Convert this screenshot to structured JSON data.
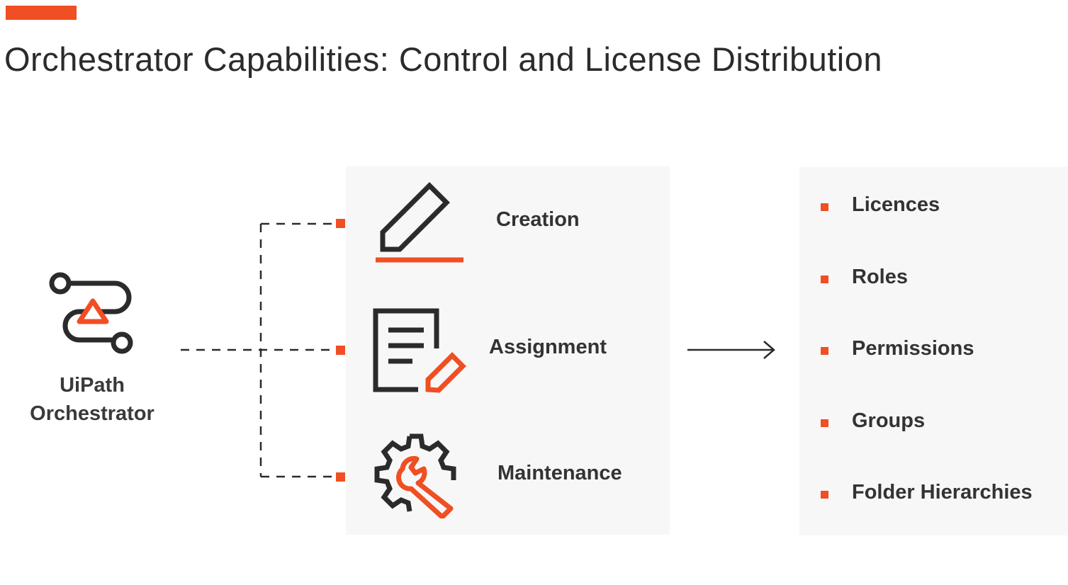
{
  "slide": {
    "title": "Orchestrator Capabilities: Control and License Distribution"
  },
  "source": {
    "label_line1": "UiPath",
    "label_line2": "Orchestrator",
    "icon": "orchestrator-icon"
  },
  "steps": [
    {
      "label": "Creation",
      "icon": "pencil-icon"
    },
    {
      "label": "Assignment",
      "icon": "document-edit-icon"
    },
    {
      "label": "Maintenance",
      "icon": "gear-wrench-icon"
    }
  ],
  "outcomes": [
    "Licences",
    "Roles",
    "Permissions",
    "Groups",
    "Folder Hierarchies"
  ],
  "colors": {
    "accent": "#f04e23",
    "dark": "#2b2b2b",
    "panel": "#f7f7f8"
  }
}
